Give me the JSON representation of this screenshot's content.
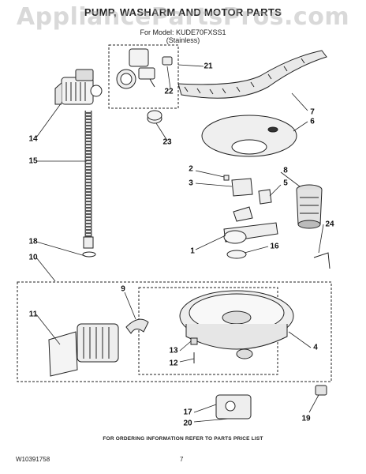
{
  "watermark": "AppliancePartsPros.com",
  "title": "PUMP, WASHARM AND MOTOR PARTS",
  "model_line": "For Model: KUDE70FXSS1",
  "finish": "(Stainless)",
  "callouts": [
    "1",
    "2",
    "3",
    "4",
    "5",
    "6",
    "7",
    "8",
    "9",
    "10",
    "11",
    "12",
    "13",
    "14",
    "15",
    "16",
    "17",
    "18",
    "19",
    "20",
    "21",
    "22",
    "23",
    "24"
  ],
  "footer_note": "FOR ORDERING INFORMATION REFER TO PARTS PRICE LIST",
  "doc_code": "W10391758",
  "page_number": "7"
}
